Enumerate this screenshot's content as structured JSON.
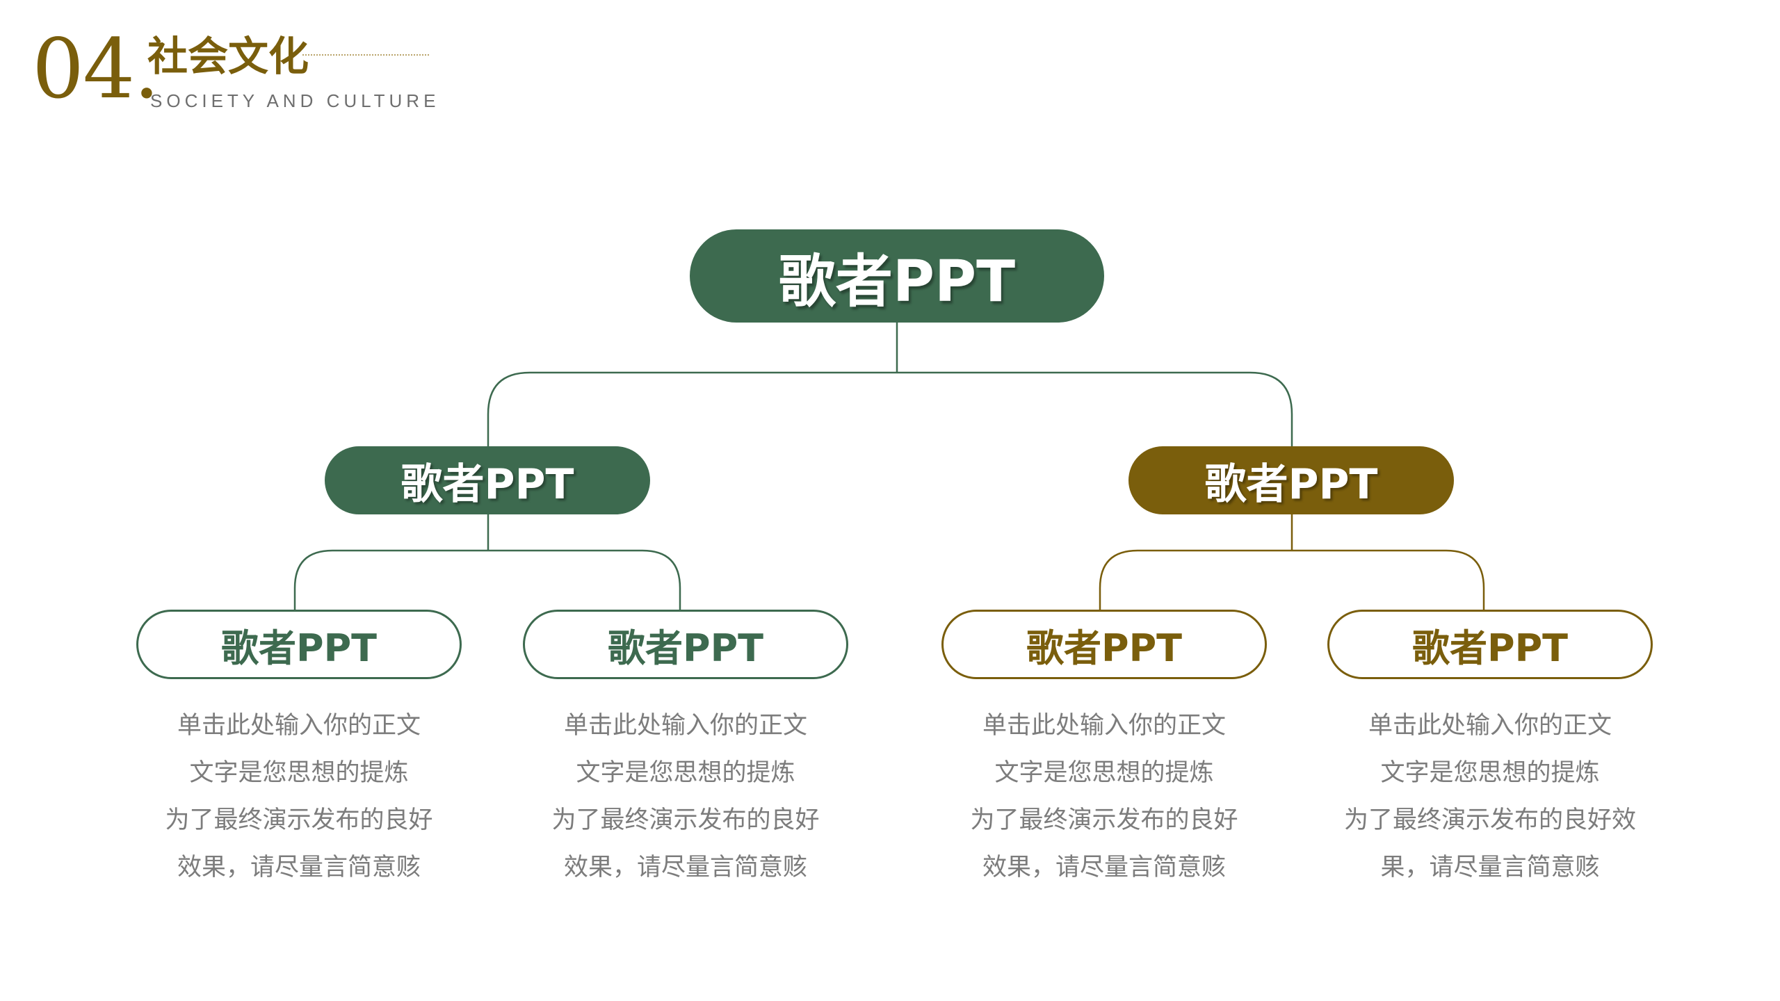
{
  "header": {
    "number": "04.",
    "title": "社会文化",
    "subtitle": "SOCIETY AND CULTURE"
  },
  "colors": {
    "green": "#3d6a4f",
    "gold": "#7a5e0c",
    "text_gray": "#7c7c7c"
  },
  "diagram": {
    "root": {
      "label": "歌者PPT"
    },
    "branches": [
      {
        "label": "歌者PPT",
        "color": "green",
        "children": [
          {
            "label": "歌者PPT",
            "lines": [
              "单击此处输入你的正文",
              "文字是您思想的提炼",
              "为了最终演示发布的良好",
              "效果，请尽量言简意赅"
            ]
          },
          {
            "label": "歌者PPT",
            "lines": [
              "单击此处输入你的正文",
              "文字是您思想的提炼",
              "为了最终演示发布的良好",
              "效果，请尽量言简意赅"
            ]
          }
        ]
      },
      {
        "label": "歌者PPT",
        "color": "gold",
        "children": [
          {
            "label": "歌者PPT",
            "lines": [
              "单击此处输入你的正文",
              "文字是您思想的提炼",
              "为了最终演示发布的良好",
              "效果，请尽量言简意赅"
            ]
          },
          {
            "label": "歌者PPT",
            "lines": [
              "单击此处输入你的正文",
              "文字是您思想的提炼",
              "为了最终演示发布的良好效",
              "果，请尽量言简意赅"
            ]
          }
        ]
      }
    ]
  }
}
